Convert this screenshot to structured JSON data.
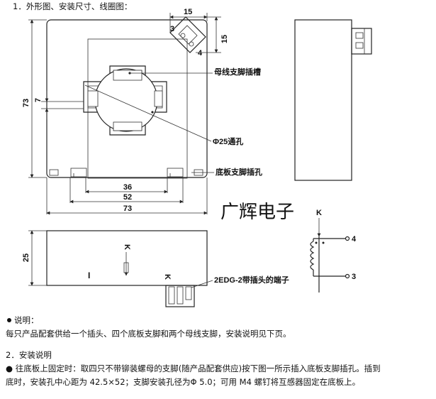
{
  "section1_title": "1．外形图、安装尺寸、线圈图：",
  "top_view": {
    "dim_15_top": "15",
    "dim_15_side": "15",
    "dim_73_left": "73",
    "dim_7": "7",
    "dim_36": "36",
    "dim_52": "52",
    "dim_73_bottom": "73",
    "terminal_3": "3",
    "terminal_4": "4",
    "label_busbar_slot": "母线支脚插槽",
    "label_through_hole": "Φ25通孔",
    "label_base_slot": "底板支脚插孔"
  },
  "brand": "广辉电子",
  "front_view": {
    "dim_25": "25",
    "mark_K": "K",
    "mark_I": "I",
    "mark_K2": "K",
    "label_plug": "2EDG-2带插头的端子"
  },
  "coil": {
    "label_K": "K",
    "pin_4": "4",
    "pin_3": "3"
  },
  "notes": {
    "note_bullet_title": "说明：",
    "note_line": "每只产品配套供给一个插头、四个底板支脚和两个母线支脚，安装说明见下页。",
    "section2_title": "2．安装说明",
    "install_line1": "● 往底板上固定时：取四只不带铆装螺母的支脚(随产品配套供应)按下图一所示插入底板支脚插孔。插到",
    "install_line2": "底时，安装孔中心距为 42.5×52；支脚安装孔径为Φ 5.0；可用 M4 螺钉将互感器固定在底板上。"
  }
}
